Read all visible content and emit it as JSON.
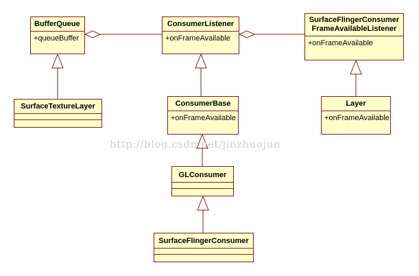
{
  "classes": {
    "buffer_queue": {
      "name": "BufferQueue",
      "op": "+queueBuffer"
    },
    "consumer_listener": {
      "name": "ConsumerListener",
      "op": "+onFrameAvailable"
    },
    "sf_frame_listener": {
      "name_line1": "SurfaceFlingerConsumer",
      "name_line2": "FrameAvailableListener",
      "op": "+onFrameAvailable"
    },
    "surface_texture_layer": {
      "name": "SurfaceTextureLayer"
    },
    "consumer_base": {
      "name": "ConsumerBase",
      "op": "+onFrameAvailable"
    },
    "layer": {
      "name": "Layer",
      "op": "+onFrameAvailable"
    },
    "gl_consumer": {
      "name": "GLConsumer"
    },
    "surface_flinger_consumer": {
      "name": "SurfaceFlingerConsumer"
    }
  },
  "watermark": "http://blog.csdn.net/jinzhuojun",
  "colors": {
    "box_fill": "#ffffcc",
    "box_border": "#8b1a1a",
    "line": "#8b1a1a"
  }
}
